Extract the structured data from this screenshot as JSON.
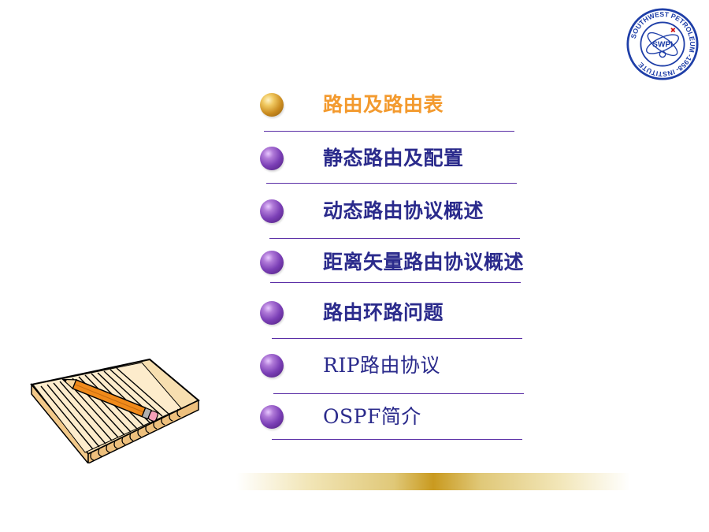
{
  "logo": {
    "ring_text": "SOUTHWEST PETROLEUM -1958- INSTITUTE",
    "center_text": "SWPI"
  },
  "menu": {
    "items": [
      {
        "label": "路由及路由表",
        "active": true
      },
      {
        "label": "静态路由及配置",
        "active": false
      },
      {
        "label": "动态路由协议概述",
        "active": false
      },
      {
        "label": "距离矢量路由协议概述",
        "active": false
      },
      {
        "label": "路由环路问题",
        "active": false
      },
      {
        "label": "RIP路由协议",
        "active": false
      },
      {
        "label": "OSPF简介",
        "active": false
      }
    ]
  },
  "colors": {
    "active_label": "#f39a2e",
    "label": "#2b2b8c",
    "underline": "#5a2ea6",
    "logo_blue": "#1f3fa8"
  },
  "icons": {
    "bullet_active": "gold-sphere-icon",
    "bullet": "purple-sphere-icon",
    "decoration": "notebook-pencil-icon"
  }
}
